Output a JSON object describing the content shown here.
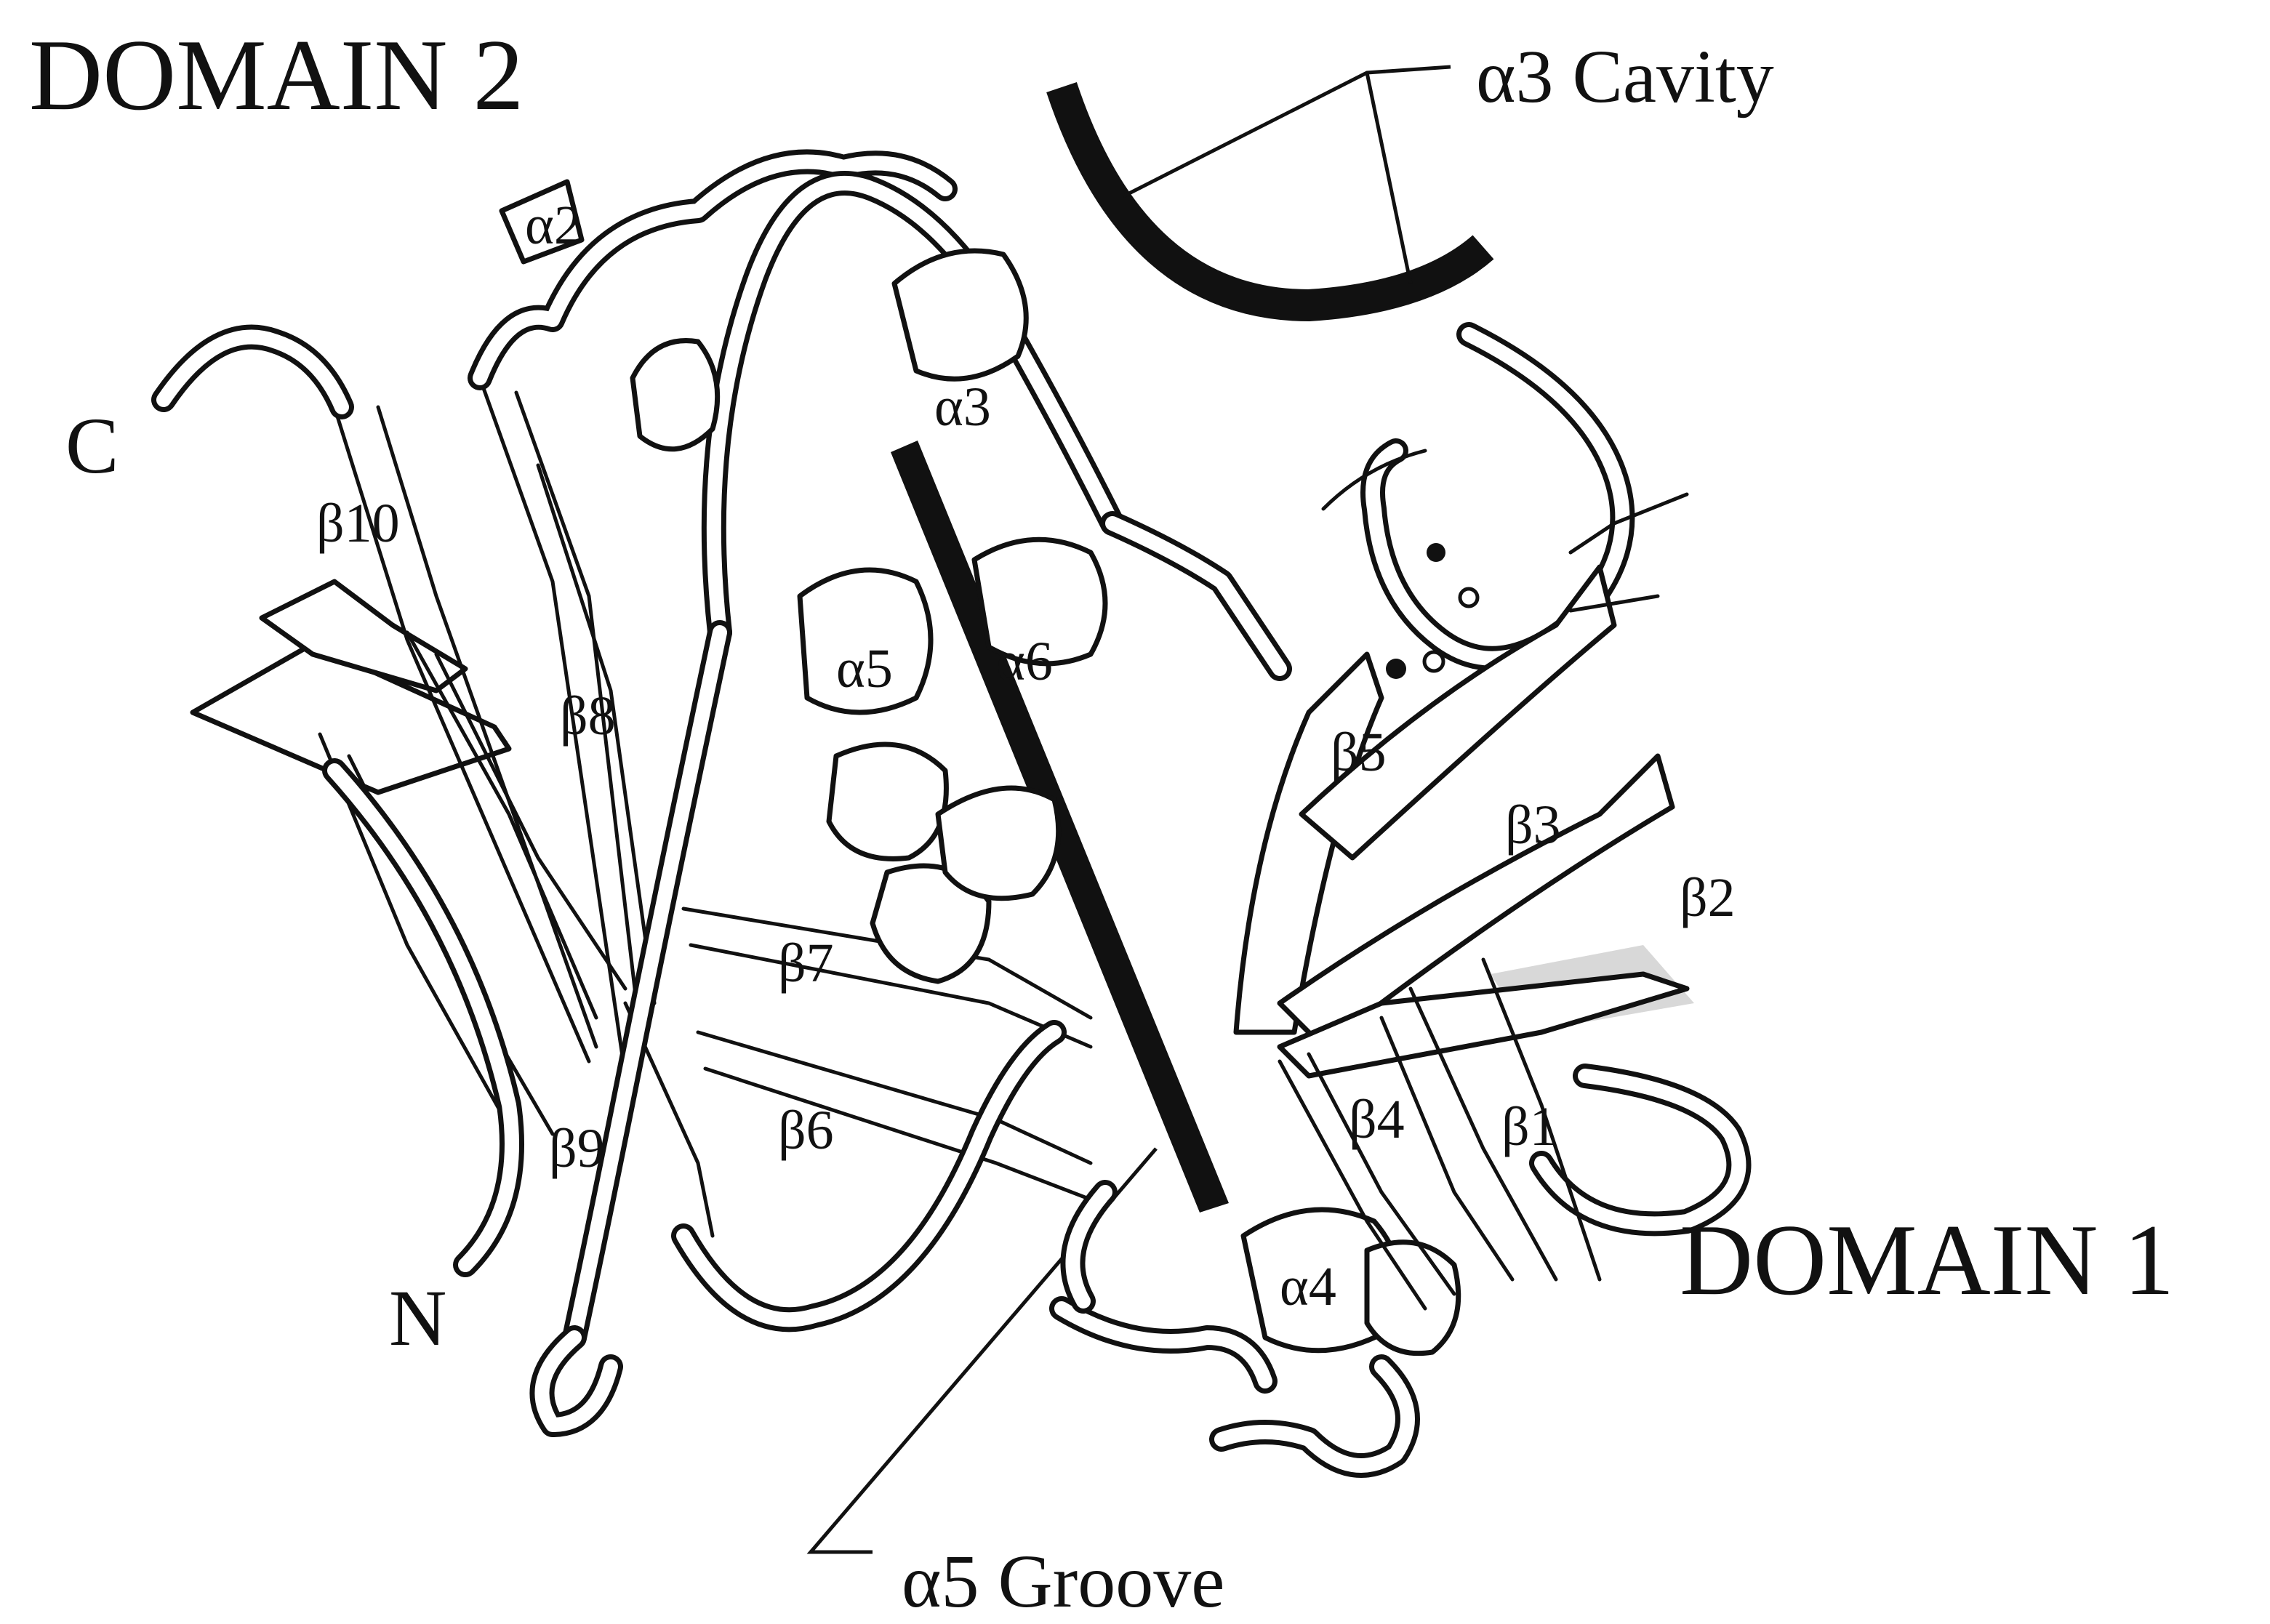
{
  "figure": {
    "domain_labels": {
      "domain2": "DOMAIN 2",
      "domain1": "DOMAIN 1"
    },
    "annotations": {
      "a3_cavity": "α3 Cavity",
      "a5_groove": "α5 Groove"
    },
    "termini": {
      "c": "C",
      "n": "N"
    },
    "helices": {
      "a2": "α2",
      "a3": "α3",
      "a4": "α4",
      "a5": "α5",
      "a6": "α6"
    },
    "strands": {
      "b1": "β1",
      "b2": "β2",
      "b3": "β3",
      "b4": "β4",
      "b5": "β5",
      "b6": "β6",
      "b7": "β7",
      "b8": "β8",
      "b9": "β9",
      "b10": "β10"
    }
  }
}
